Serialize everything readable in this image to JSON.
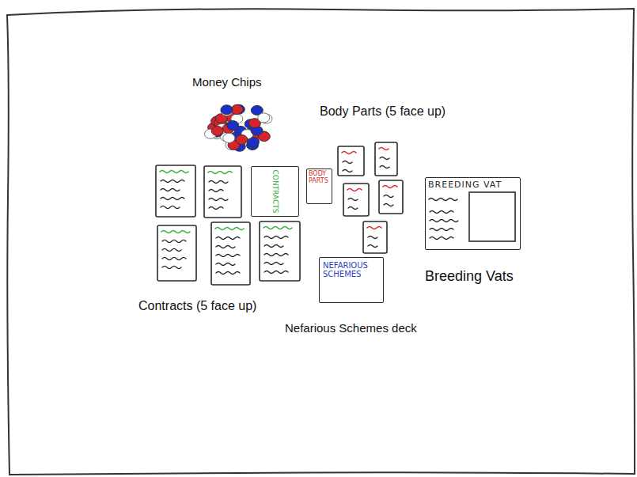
{
  "diagram": {
    "nodes": [
      {
        "text": [
          "CONTRACTS"
        ]
      },
      {
        "text": [
          "BODY PARTS"
        ]
      },
      {
        "text": [
          "BREEDING VAT"
        ]
      },
      {
        "text": [
          "NEFARIOUS SCHEMES"
        ]
      }
    ],
    "labels": [
      "Money Chips",
      "Body Parts (5 face up)",
      "Contracts (5 face up)",
      "Nefarious Schemes deck",
      "Breeding Vats"
    ]
  }
}
